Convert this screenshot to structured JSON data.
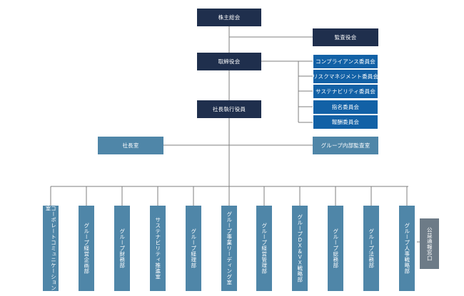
{
  "top": {
    "shareholders": "株主総会",
    "auditors": "監査役会",
    "board": "取締役会",
    "ceo": "社長執行役員"
  },
  "committees": [
    "コンプライアンス委員会",
    "リスクマネジメント委員会",
    "サステナビリティ委員会",
    "指名委員会",
    "報酬委員会"
  ],
  "side": {
    "president_office": "社長室",
    "internal_audit": "グループ内部監査室"
  },
  "departments": [
    "コーポレートコミュニケーション室",
    "グループ経営企画部",
    "グループ財務部",
    "サステナビリティ推進室",
    "グループ経理部",
    "グループ事業リーディング室",
    "グループ経営管理部",
    "グループＤＸ＆ＶＸ戦略部",
    "グループ総務部",
    "グループ法務部",
    "グループ人事戦略部"
  ],
  "whistleblowing": "公益通報窓口"
}
